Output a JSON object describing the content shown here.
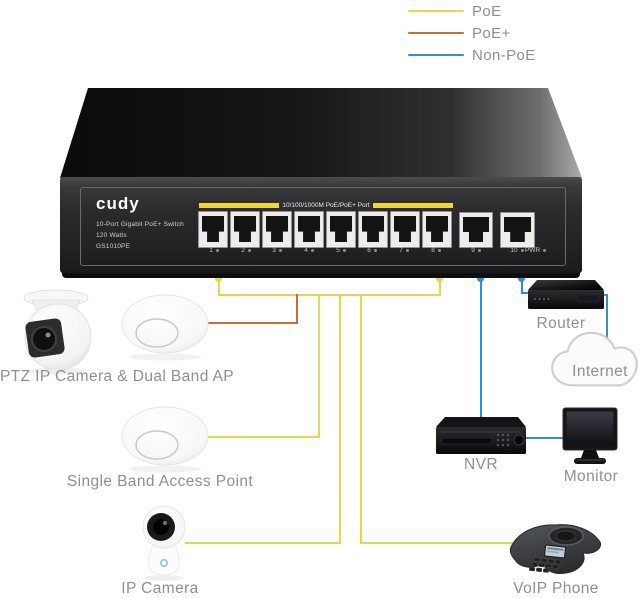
{
  "legend": {
    "items": [
      {
        "label": "PoE",
        "color": "#e5d64d"
      },
      {
        "label": "PoE+",
        "color": "#c2713c"
      },
      {
        "label": "Non-PoE",
        "color": "#2f8ed5"
      }
    ]
  },
  "switch": {
    "brand": "cudy",
    "model_lines": [
      "10-Port Gigabit PoE+ Switch",
      "120 Watts",
      "GS1010PE"
    ],
    "port_banner": "10/100/1000M PoE/PoE+ Port",
    "port_labels": [
      "1",
      "2",
      "3",
      "4",
      "5",
      "6",
      "7",
      "8",
      "9",
      "10"
    ],
    "pwr_label": "PWR"
  },
  "devices": {
    "ptz_ap": {
      "label": "PTZ IP Camera & Dual Band AP"
    },
    "single_ap": {
      "label": "Single Band Access Point"
    },
    "ip_camera": {
      "label": "IP Camera"
    },
    "router": {
      "label": "Router"
    },
    "internet": {
      "label": "Internet"
    },
    "nvr": {
      "label": "NVR"
    },
    "monitor": {
      "label": "Monitor"
    },
    "voip": {
      "label": "VoIP Phone"
    }
  },
  "colors": {
    "poe": "#e5d64d",
    "poe_plus": "#c2713c",
    "non_poe": "#2f8ed5",
    "banner_yellow": "#f2d636",
    "label_text": "#8f8f8f"
  }
}
